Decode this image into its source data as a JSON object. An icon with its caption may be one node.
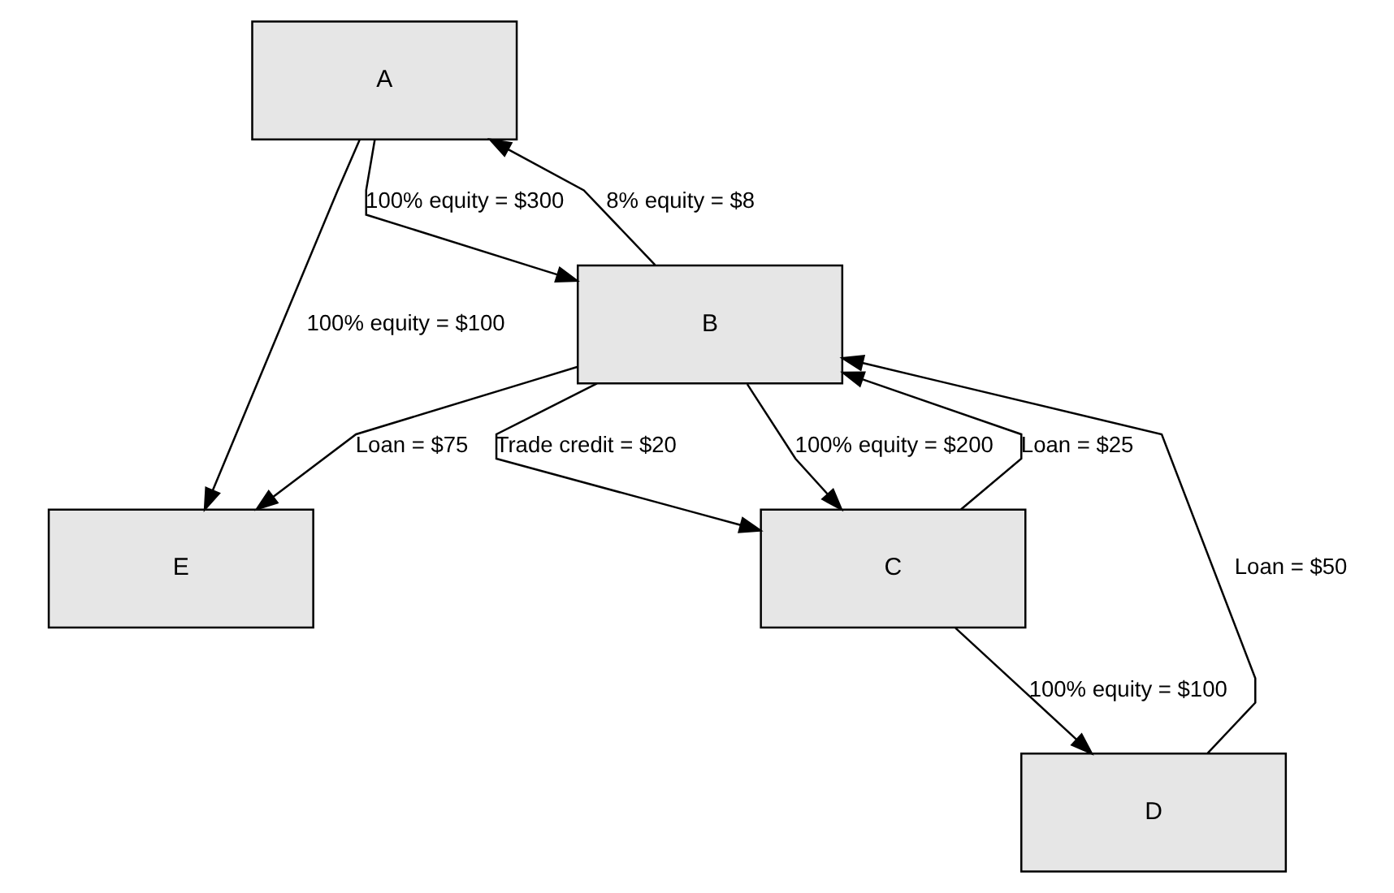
{
  "diagram": {
    "nodes": [
      {
        "text": [
          "A"
        ]
      },
      {
        "text": [
          "E"
        ]
      },
      {
        "text": [
          "B"
        ]
      },
      {
        "text": [
          "C"
        ]
      },
      {
        "text": [
          "D"
        ]
      }
    ],
    "edges": [
      {
        "from": 0,
        "to": 1,
        "arrow": "to",
        "label": "100% equity = $100"
      },
      {
        "from": 0,
        "to": 2,
        "arrow": "to",
        "label": "100% equity = $300"
      },
      {
        "from": 2,
        "to": 0,
        "arrow": "to",
        "label": "8% equity = $8"
      },
      {
        "from": 2,
        "to": 1,
        "arrow": "to",
        "label": "Loan = $75"
      },
      {
        "from": 3,
        "to": 2,
        "arrow": "to",
        "label": "Loan = $25"
      },
      {
        "from": 2,
        "to": 3,
        "arrow": "to",
        "label": "Trade credit = $20"
      },
      {
        "from": 2,
        "to": 3,
        "arrow": "to",
        "label": "100% equity = $200"
      },
      {
        "from": 4,
        "to": 2,
        "arrow": "to",
        "label": "Loan = $50"
      },
      {
        "from": 3,
        "to": 4,
        "arrow": "to",
        "label": "100% equity = $100"
      }
    ]
  }
}
